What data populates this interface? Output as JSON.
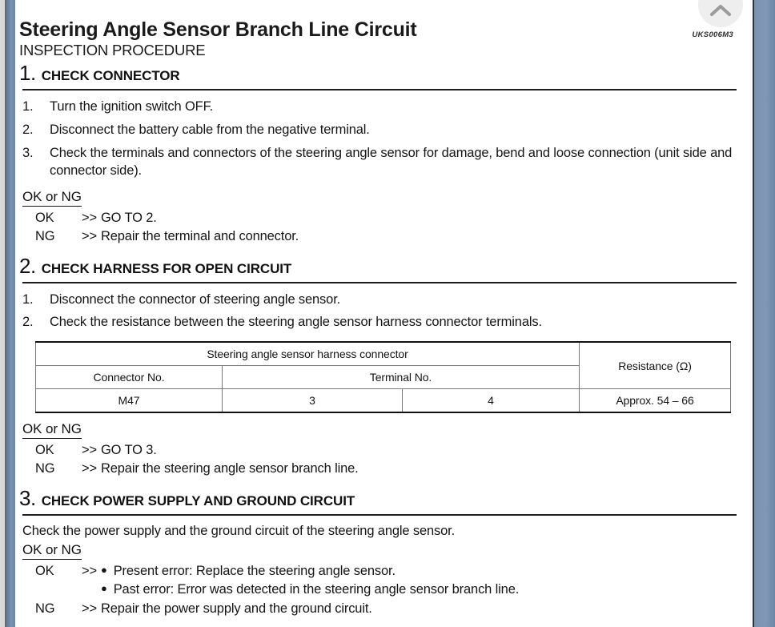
{
  "viewer": {
    "collapse_icon": "chevron-up-icon"
  },
  "document": {
    "title": "Steering Angle Sensor Branch Line Circuit",
    "code": "UKS006M3",
    "subtitle": "INSPECTION PROCEDURE",
    "steps": [
      {
        "number": "1.",
        "title": "CHECK CONNECTOR",
        "instructions": [
          {
            "num": "1.",
            "text": "Turn the ignition switch OFF."
          },
          {
            "num": "2.",
            "text": "Disconnect the battery cable from the negative terminal."
          },
          {
            "num": "3.",
            "text": "Check the terminals and connectors of the steering angle sensor for damage, bend and loose connection (unit side and connector side)."
          }
        ],
        "result_label": "OK or NG",
        "results": [
          {
            "key": "OK",
            "arrow": ">>",
            "text": "GO TO 2."
          },
          {
            "key": "NG",
            "arrow": ">>",
            "text": "Repair the terminal and connector."
          }
        ]
      },
      {
        "number": "2.",
        "title": "CHECK HARNESS FOR OPEN CIRCUIT",
        "instructions": [
          {
            "num": "1.",
            "text": "Disconnect the connector of steering angle sensor."
          },
          {
            "num": "2.",
            "text": "Check the resistance between the steering angle sensor harness connector terminals."
          }
        ],
        "result_label": "OK or NG",
        "results": [
          {
            "key": "OK",
            "arrow": ">>",
            "text": "GO TO 3."
          },
          {
            "key": "NG",
            "arrow": ">>",
            "text": "Repair the steering angle sensor branch line."
          }
        ]
      },
      {
        "number": "3.",
        "title": "CHECK POWER SUPPLY AND GROUND CIRCUIT",
        "body": "Check the power supply and the ground circuit of the steering angle sensor.",
        "result_label": "OK or NG",
        "results_ok": {
          "key": "OK",
          "arrow": ">>",
          "bullets": [
            "Present error: Replace the steering angle sensor.",
            "Past error: Error was detected in the steering angle sensor branch line."
          ]
        },
        "results_ng": {
          "key": "NG",
          "arrow": ">>",
          "text": "Repair the power supply and the ground circuit."
        }
      }
    ],
    "table": {
      "group_header": "Steering angle sensor harness connector",
      "resistance_header": "Resistance (Ω)",
      "sub_headers": [
        "Connector No.",
        "Terminal No."
      ],
      "row": {
        "connector_no": "M47",
        "terminal_a": "3",
        "terminal_b": "4",
        "resistance": "Approx. 54 – 66"
      }
    }
  },
  "colors": {
    "frame": "#7b93b2",
    "page": "#ffffff",
    "text": "#151515",
    "rule": "#1d1d1d"
  }
}
